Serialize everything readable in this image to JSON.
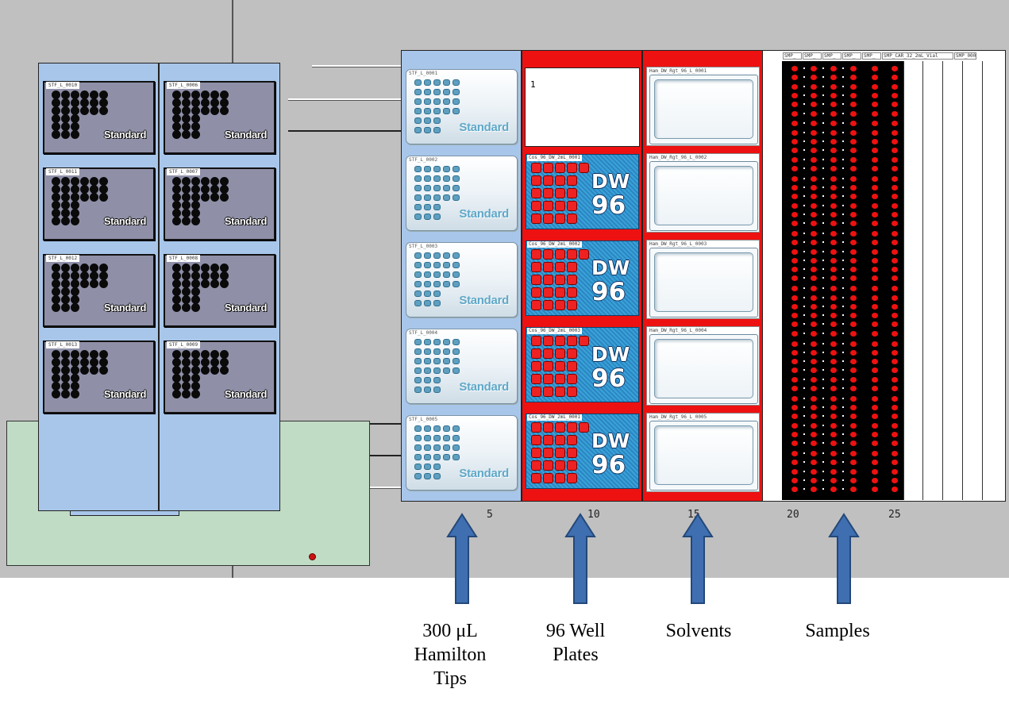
{
  "stacker": {
    "left_column": [
      {
        "label": "STF_L_0010",
        "text": "Standard"
      },
      {
        "label": "STF_L_0011",
        "text": "Standard"
      },
      {
        "label": "STF_L_0012",
        "text": "Standard"
      },
      {
        "label": "STF_L_0013",
        "text": "Standard"
      }
    ],
    "right_column": [
      {
        "label": "STF_L_0006",
        "text": "Standard"
      },
      {
        "label": "STF_L_0007",
        "text": "Standard"
      },
      {
        "label": "STF_L_0008",
        "text": "Standard"
      },
      {
        "label": "STF_L_0009",
        "text": "Standard"
      }
    ]
  },
  "deck": {
    "tip_carrier": [
      {
        "label": "STF_L_0001",
        "text": "Standard"
      },
      {
        "label": "STF_L_0002",
        "text": "Standard"
      },
      {
        "label": "STF_L_0003",
        "text": "Standard"
      },
      {
        "label": "STF_L_0004",
        "text": "Standard"
      },
      {
        "label": "STF_L_0005",
        "text": "Standard"
      }
    ],
    "plate_carrier": {
      "empty_slot_text": "1",
      "plates": [
        {
          "label": "Cos_96_DW_2mL_0001",
          "line1": "DW",
          "line2": "96"
        },
        {
          "label": "Cos_96_DW_2mL_0002",
          "line1": "DW",
          "line2": "96"
        },
        {
          "label": "Cos_96_DW_2mL_0003",
          "line1": "DW",
          "line2": "96"
        },
        {
          "label": "Cos_96_DW_2mL_0001",
          "line1": "DW",
          "line2": "96"
        }
      ]
    },
    "solvent_carrier": [
      {
        "label": "Ham_DW_Rgt_96_L_0001"
      },
      {
        "label": "Ham_DW_Rgt_96_L_0002"
      },
      {
        "label": "Ham_DW_Rgt_96_L_0003"
      },
      {
        "label": "Ham_DW_Rgt_96_L_0004"
      },
      {
        "label": "Ham_DW_Rgt_96_L_0005"
      }
    ],
    "sample_carrier_labels": [
      "SMP_",
      "SMP_",
      "SMP_",
      "SMP_",
      "SMP_",
      "SMP_CAR_32_2mL_Vial",
      "SMP_000"
    ],
    "track_numbers": [
      "5",
      "10",
      "15",
      "20",
      "25"
    ]
  },
  "captions": {
    "tips": "300 μL\nHamilton\nTips",
    "plates": "96 Well\nPlates",
    "solvents": "Solvents",
    "samples": "Samples"
  },
  "colors": {
    "workspace": "#c0c0c0",
    "carrier_blue": "#a8c6ea",
    "carrier_red": "#ee1111",
    "platform_green": "#c0dcc4",
    "arrow_blue": "#3f6fb0"
  }
}
